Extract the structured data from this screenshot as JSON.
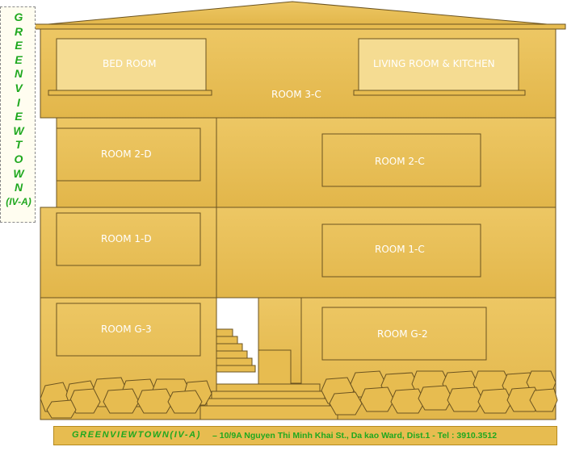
{
  "side_banner": {
    "text": "GREENVIEWTOWN(IV-A)"
  },
  "rooms": {
    "bed_room": "BED ROOM",
    "living_room_kitchen": "LIVING ROOM & KITCHEN",
    "room_3c": "ROOM 3-C",
    "room_2d": "ROOM 2-D",
    "room_2c": "ROOM 2-C",
    "room_1d": "ROOM 1-D",
    "room_1c": "ROOM 1-C",
    "room_g3": "ROOM G-3",
    "room_g2": "ROOM G-2"
  },
  "footer": {
    "name": "GREENVIEWTOWN(IV-A)",
    "address": "– 10/9A Nguyen Thi Minh Khai St., Da kao Ward, Dist.1 - Tel : 3910.3512"
  },
  "colors": {
    "wall": "#e7bc50",
    "outline": "#6b5320",
    "text": "#ffffff",
    "brand": "#1fa81f",
    "window": "#f5dc92"
  }
}
